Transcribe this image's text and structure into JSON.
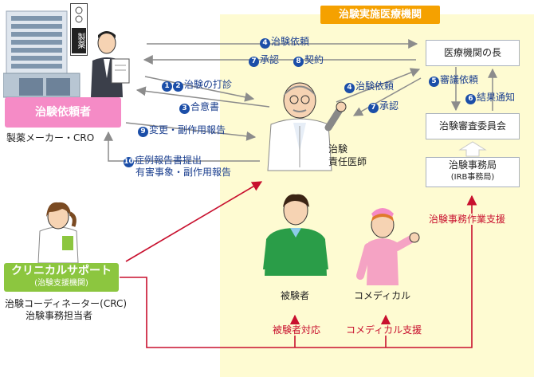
{
  "facility_title": "治験実施医療機関",
  "pharma_sign": "製薬",
  "sponsor": {
    "label": "治験依頼者",
    "sub": "製薬メーカー・CRO"
  },
  "clinical_support": {
    "label": "クリニカルサポート",
    "sub": "(治験支援機関)",
    "staff_line1": "治験コーディネーター(CRC)",
    "staff_line2": "治験事務担当者"
  },
  "boxes": {
    "head": "医療機関の長",
    "irb": "治験審査委員会",
    "office": "治験事務局",
    "office_sub": "(IRB事務局)"
  },
  "doctor": {
    "line1": "治験",
    "line2": "責任医師"
  },
  "subject": "被験者",
  "comedical": "コメディカル",
  "steps": {
    "s4_top": {
      "num": "4",
      "text": "治験依頼"
    },
    "s7_top": {
      "num": "7",
      "text": "承認"
    },
    "s8": {
      "num": "8",
      "text": "契約"
    },
    "s12": {
      "num1": "1",
      "num2": "2",
      "text": "治験の打診"
    },
    "s3": {
      "num": "3",
      "text": "合意書"
    },
    "s9": {
      "num": "9",
      "text": "変更・副作用報告"
    },
    "s10": {
      "num": "10",
      "text1": "症例報告書提出",
      "text2": "有害事象・副作用報告"
    },
    "s4_mid": {
      "num": "4",
      "text": "治験依頼"
    },
    "s7_mid": {
      "num": "7",
      "text": "承認"
    },
    "s5": {
      "num": "5",
      "text": "審議依頼"
    },
    "s6": {
      "num": "6",
      "text": "結果通知"
    }
  },
  "support_labels": {
    "office_support": "治験事務作業支援",
    "subject_support": "被験者対応",
    "comedical_support": "コメディカル支援"
  },
  "colors": {
    "facility_bg": "#fefbd2",
    "facility_title_bg": "#f5a100",
    "sponsor_box": "#f58bc6",
    "support_box": "#8cc63f",
    "step_number": "#1b4ea8",
    "support_line": "#c8102e",
    "flow_arrow": "#8c8c8c"
  }
}
